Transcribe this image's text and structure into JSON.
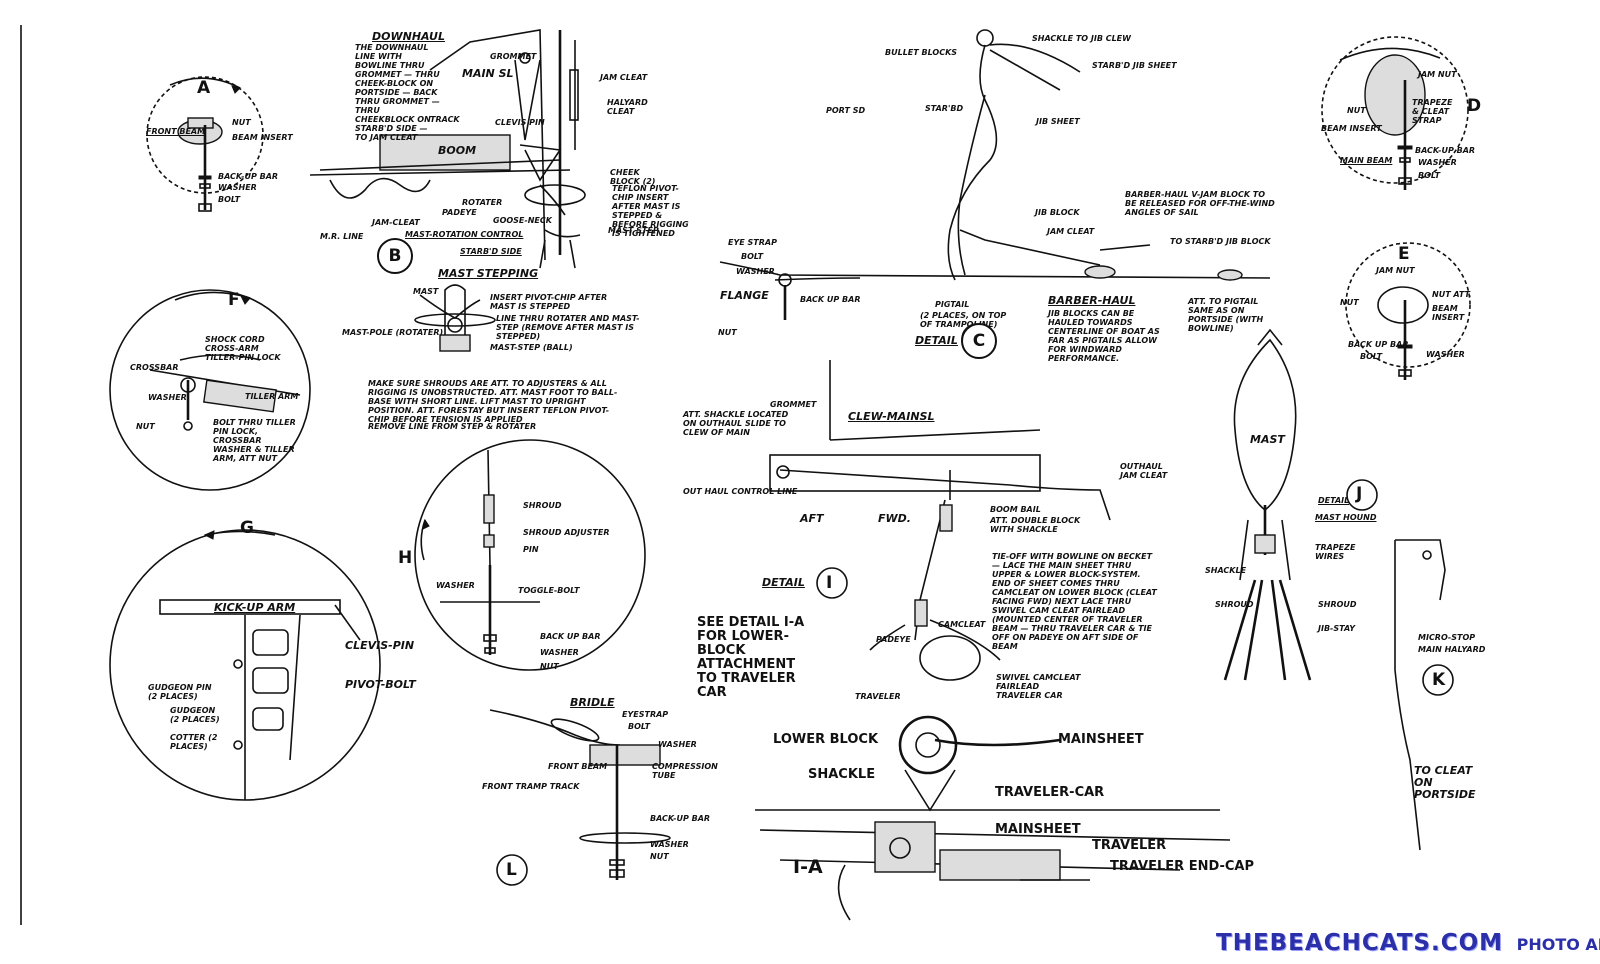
{
  "detail_A": {
    "letter": "A",
    "front_beam": "FRONT BEAM",
    "nut": "NUT",
    "beam_insert": "BEAM INSERT",
    "back_up_bar": "BACK-UP BAR",
    "washer": "WASHER",
    "bolt": "BOLT"
  },
  "detail_B": {
    "letter": "B",
    "downhaul_title": "DOWNHAUL",
    "downhaul_text": "THE DOWNHAUL LINE WITH BOWLINE THRU GROMMET — THRU CHEEK-BLOCK ON PORTSIDE — BACK THRU GROMMET — THRU CHEEKBLOCK ON STARB'D SIDE — TO JAM CLEAT",
    "grommet": "GROMMET",
    "main_sl": "MAIN SL",
    "jam_cleat": "JAM CLEAT",
    "halyard_cleat": "HALYARD CLEAT",
    "track": "TRACK",
    "clevis_pin": "CLEVIS PIN",
    "boom": "BOOM",
    "cheek_block": "CHEEK BLOCK (2)",
    "teflon": "TEFLON PIVOT-CHIP INSERT AFTER MAST IS STEPPED & BEFORE RIGGING IS TIGHTENED",
    "rotater": "ROTATER",
    "padeye": "PADEYE",
    "goose_neck": "GOOSE-NECK",
    "mast_step": "MAST STEP",
    "mr_line": "M.R. LINE",
    "jam_cleat_2": "JAM-CLEAT",
    "rotation_title": "MAST-ROTATION CONTROL",
    "starbd_side": "STARB'D SIDE"
  },
  "mast_stepping": {
    "title": "MAST STEPPING",
    "mast": "MAST",
    "insert": "INSERT PIVOT-CHIP AFTER MAST IS STEPPED",
    "line_thru": "LINE THRU ROTATER AND MAST-STEP (REMOVE AFTER MAST IS STEPPED)",
    "mast_pole": "MAST-POLE (ROTATER)",
    "mast_step_ball": "MAST-STEP (BALL)",
    "note": "MAKE SURE SHROUDS ARE ATT. TO ADJUSTERS & ALL RIGGING IS UNOBSTRUCTED. ATT. MAST FOOT TO BALL-BASE WITH SHORT LINE. LIFT MAST TO UPRIGHT POSITION. ATT. FORESTAY BUT INSERT TEFLON PIVOT-CHIP BEFORE TENSION IS APPLIED",
    "note2": "REMOVE LINE FROM STEP & ROTATER"
  },
  "detail_C": {
    "letter": "C",
    "detail": "DETAIL",
    "bullet_blocks": "BULLET BLOCKS",
    "shackle_jib_clew": "SHACKLE TO JIB CLEW",
    "starbd_jib_sheet": "STARB'D JIB SHEET",
    "port_sd": "PORT SD",
    "stbd": "STAR'BD",
    "jib_sheet": "JIB SHEET",
    "barber_haul_v": "BARBER-HAUL V-JAM BLOCK TO BE RELEASED FOR OFF-THE-WIND ANGLES OF SAIL",
    "jib_block": "JIB BLOCK",
    "jam_cleat": "JAM CLEAT",
    "to_starbd_jib_block": "TO STARB'D JIB BLOCK",
    "eye_strap": "EYE STRAP",
    "bolt": "BOLT",
    "washer": "WASHER",
    "flange": "FLANGE",
    "back_up_bar": "BACK UP BAR",
    "nut": "NUT",
    "pigtail": "PIGTAIL",
    "pigtail_note": "(2 PLACES, ON TOP OF TRAMPOLINE)",
    "barber_haul_title": "BARBER-HAUL",
    "barber_haul_text": "JIB BLOCKS CAN BE HAULED TOWARDS CENTERLINE OF BOAT AS FAR AS PIGTAILS ALLOW FOR WINDWARD PERFORMANCE.",
    "att_pigtail": "ATT. TO PIGTAIL SAME AS ON PORTSIDE (WITH BOWLINE)"
  },
  "detail_D": {
    "letter": "D",
    "jam_nut": "JAM NUT",
    "nut": "NUT",
    "trapeze": "TRAPEZE & CLEAT STRAP",
    "beam_insert": "BEAM INSERT",
    "main_beam": "MAIN BEAM",
    "back_up_bar": "BACK-UP BAR",
    "washer": "WASHER",
    "bolt": "BOLT"
  },
  "detail_E": {
    "letter": "E",
    "jam_nut": "JAM NUT",
    "nut": "NUT",
    "nut_att": "NUT ATT.",
    "beam_insert": "BEAM INSERT",
    "back_up_bar": "BACK UP BAR",
    "bolt": "BOLT",
    "washer": "WASHER"
  },
  "detail_F": {
    "letter": "F",
    "shock_cord": "SHOCK CORD",
    "cross_arm": "CROSS-ARM",
    "tiller_pin_lock": "TILLER-PIN LOCK",
    "crossbar": "CROSSBAR",
    "washer": "WASHER",
    "tiller_arm": "TILLER ARM",
    "nut": "NUT",
    "bolt_thru": "BOLT THRU TILLER PIN LOCK, CROSSBAR WASHER & TILLER ARM, ATT NUT"
  },
  "detail_G": {
    "letter": "G",
    "kick_up_arm": "KICK-UP ARM",
    "clevis_pin": "CLEVIS-PIN",
    "pivot_bolt": "PIVOT-BOLT",
    "gudgeon_pin": "GUDGEON PIN (2 PLACES)",
    "gudgeon": "GUDGEON (2 PLACES)",
    "cotter": "COTTER (2 PLACES)"
  },
  "detail_H": {
    "letter": "H",
    "shroud": "SHROUD",
    "shroud_adjuster": "SHROUD ADJUSTER",
    "pin": "PIN",
    "washer": "WASHER",
    "toggle_bolt": "TOGGLE-BOLT",
    "back_up_bar": "BACK UP BAR",
    "washer2": "WASHER",
    "nut": "NUT"
  },
  "detail_I": {
    "letter": "I",
    "detail": "DETAIL",
    "grommet": "GROMMET",
    "clew_mainsl": "CLEW-MAINSL",
    "att_shackle": "ATT. SHACKLE LOCATED ON OUTHAUL SLIDE TO CLEW OF MAIN",
    "outhaul_jam_cleat": "OUTHAUL JAM CLEAT",
    "outhaul_control": "OUT HAUL CONTROL LINE",
    "aft": "AFT",
    "fwd": "FWD.",
    "boom_bail": "BOOM BAIL",
    "att_double": "ATT. DOUBLE BLOCK WITH SHACKLE",
    "tie_off": "TIE-OFF WITH BOWLINE ON BECKET — LACE THE MAIN SHEET THRU UPPER & LOWER BLOCK-SYSTEM. END OF SHEET COMES THRU CAMCLEAT ON LOWER BLOCK (CLEAT FACING FWD) NEXT LACE THRU SWIVEL CAM CLEAT FAIRLEAD (MOUNTED CENTER OF TRAVELER BEAM — THRU TRAVELER CAR & TIE OFF ON PADEYE ON AFT SIDE OF BEAM",
    "see_detail": "SEE DETAIL I-A FOR LOWER-BLOCK ATTACHMENT TO TRAVELER CAR",
    "i_a": "I-A",
    "padeye": "PADEYE",
    "camcleat": "CAMCLEAT",
    "traveler": "TRAVELER",
    "swivel": "SWIVEL CAMCLEAT FAIRLEAD TRAVELER CAR"
  },
  "detail_IA": {
    "label": "I-A",
    "lower_block": "LOWER BLOCK",
    "mainsheet": "MAINSHEET",
    "shackle": "SHACKLE",
    "traveler_car": "TRAVELER-CAR",
    "mainsheet2": "MAINSHEET",
    "traveler": "TRAVELER",
    "traveler_end_cap": "TRAVELER END-CAP"
  },
  "detail_J": {
    "letter": "J",
    "mast": "MAST",
    "detail": "DETAIL",
    "mast_hound": "MAST HOUND",
    "trapeze_wires": "TRAPEZE WIRES",
    "shackle": "SHACKLE",
    "shroud": "SHROUD",
    "shroud2": "SHROUD",
    "jib_stay": "JIB-STAY"
  },
  "detail_K": {
    "letter": "K",
    "micro_stop": "MICRO-STOP",
    "main_halyard": "MAIN HALYARD",
    "to_cleat": "TO CLEAT ON PORTSIDE"
  },
  "detail_L": {
    "letter": "L",
    "bridle": "BRIDLE",
    "eyestrap": "EYESTRAP",
    "bolt": "BOLT",
    "washer": "WASHER",
    "front_beam": "FRONT BEAM",
    "compression_tube": "COMPRESSION TUBE",
    "front_tramp_track": "FRONT TRAMP TRACK",
    "back_up_bar": "BACK-UP BAR",
    "washer2": "WASHER",
    "nut": "NUT"
  },
  "watermark": {
    "site": "THEBEACHCATS.COM",
    "albums": "PHOTO ALBUMS"
  }
}
